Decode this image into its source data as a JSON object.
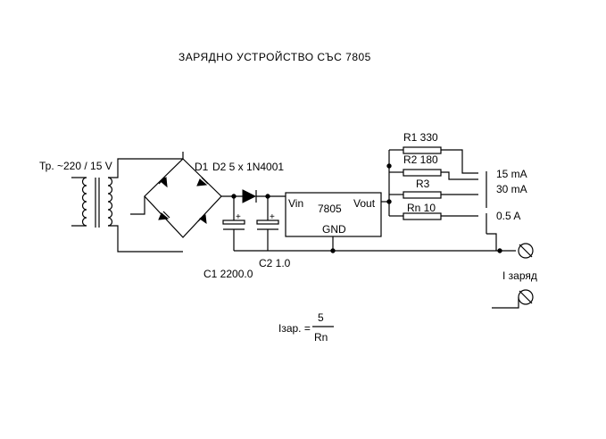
{
  "title": "ЗАРЯДНО  УСТРОЙСТВО  СЪС  7805",
  "transformer": {
    "label": "Тр. ~220 / 15 V"
  },
  "bridge": {
    "label": "D1"
  },
  "diode_d2": {
    "label": "D2 5 x 1N4001"
  },
  "c1": {
    "label": "C1 2200.0",
    "polarity": "+"
  },
  "c2": {
    "label": "C2 1.0",
    "polarity": "+"
  },
  "regulator": {
    "name": "7805",
    "vin": "Vin",
    "vout": "Vout",
    "gnd": "GND"
  },
  "resistors": [
    {
      "label": "R1 330"
    },
    {
      "label": "R2 180"
    },
    {
      "label": "R3"
    },
    {
      "label": "Rn 10"
    }
  ],
  "currents": [
    "15 mA",
    "30 mA",
    "0.5 A"
  ],
  "output_label": "I заряд",
  "formula": {
    "lhs": "Iзар. =",
    "numerator": "5",
    "denominator": "Rn"
  }
}
